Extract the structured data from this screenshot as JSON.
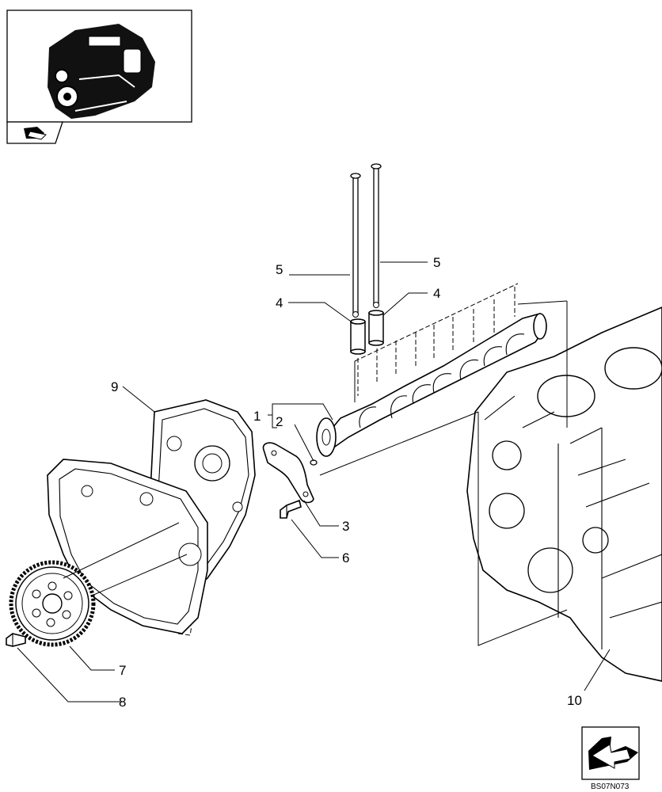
{
  "diagram": {
    "callouts": [
      {
        "id": "c1",
        "label": "1"
      },
      {
        "id": "c2",
        "label": "2"
      },
      {
        "id": "c3",
        "label": "3"
      },
      {
        "id": "c4a",
        "label": "4"
      },
      {
        "id": "c4b",
        "label": "4"
      },
      {
        "id": "c5a",
        "label": "5"
      },
      {
        "id": "c5b",
        "label": "5"
      },
      {
        "id": "c6",
        "label": "6"
      },
      {
        "id": "c7",
        "label": "7"
      },
      {
        "id": "c8",
        "label": "8"
      },
      {
        "id": "c9",
        "label": "9"
      },
      {
        "id": "c10",
        "label": "10"
      }
    ],
    "drawing_code": "BS07N073",
    "icons": {
      "engine_thumbnail": "engine-thumbnail-icon",
      "back_navigation": "back-arrow-icon",
      "forward_navigation": "forward-arrow-icon"
    }
  }
}
